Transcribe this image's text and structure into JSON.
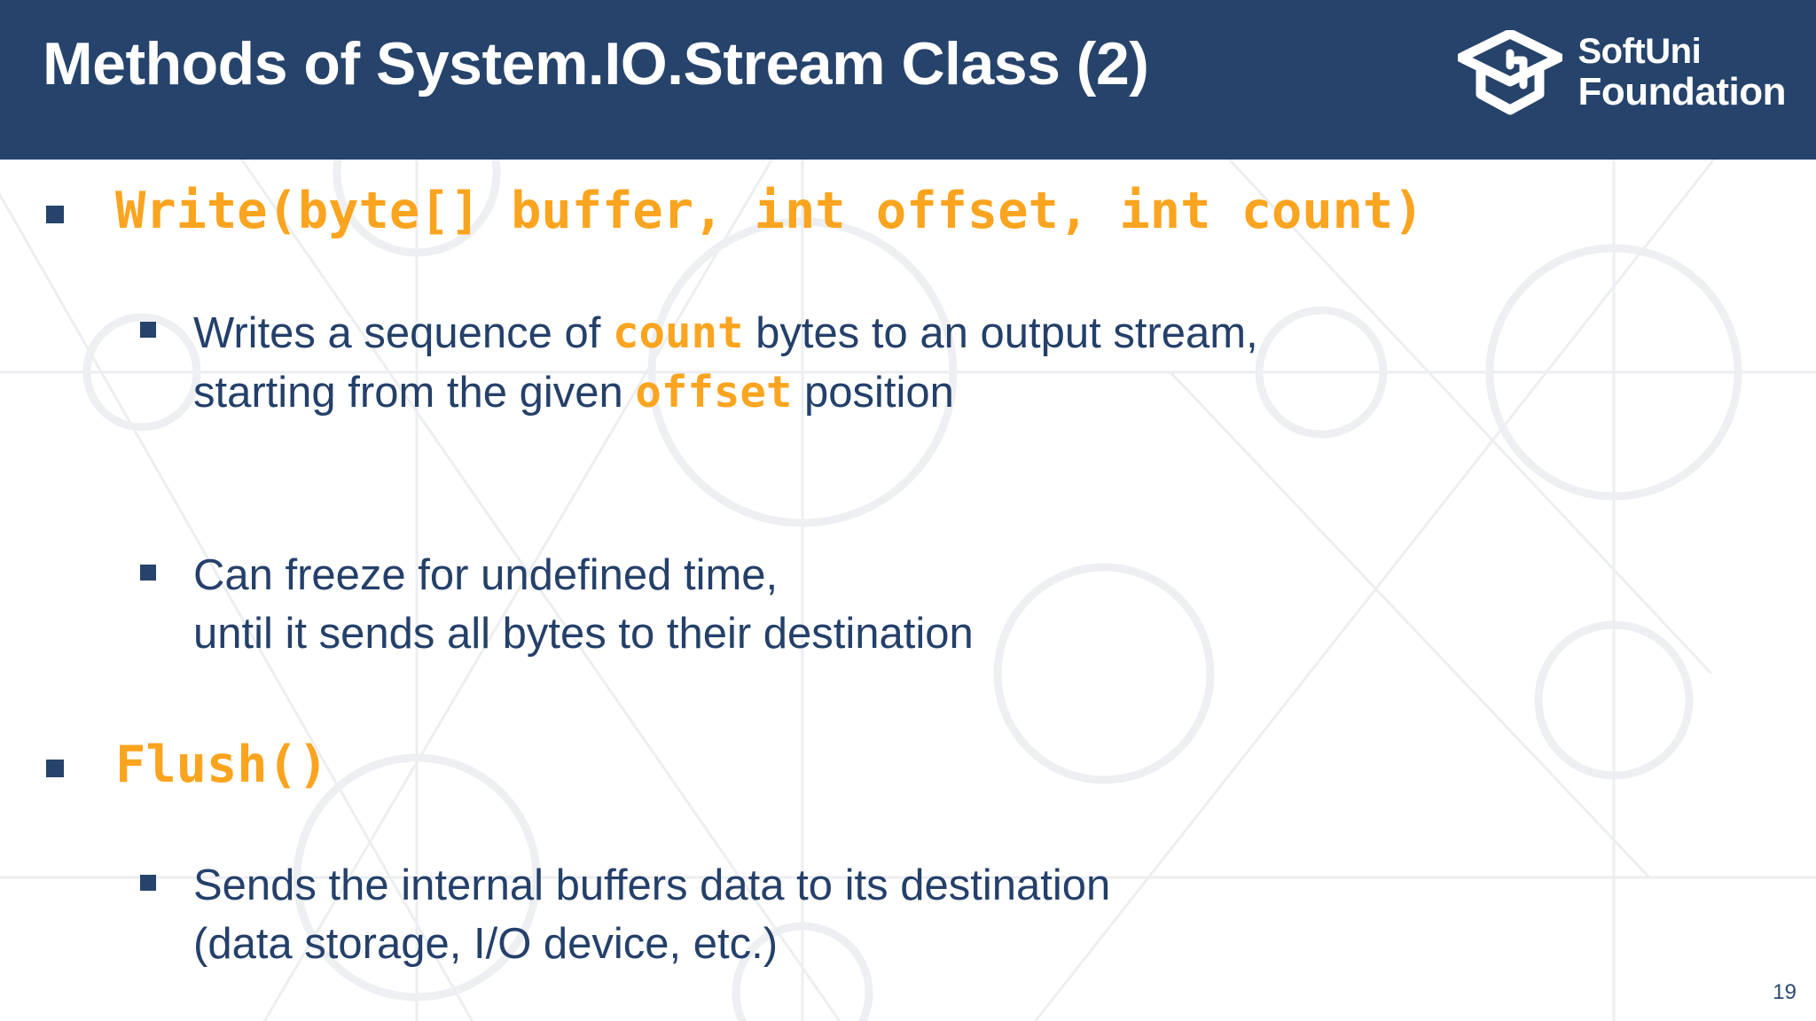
{
  "slide": {
    "title": "Methods of System.IO.Stream Class (2)",
    "page_number": "19",
    "colors": {
      "header_bg": "#26436b",
      "accent_orange": "#faa41f",
      "body_text": "#24406a",
      "slide_bg": "#ffffff",
      "watermark": "#eceef1"
    }
  },
  "logo": {
    "icon": "graduation-cap-icon",
    "line1": "SoftUni",
    "line2": "Foundation"
  },
  "bullets": [
    {
      "level": 1,
      "kind": "code",
      "text": "Write(byte[] buffer, int offset, int count)"
    },
    {
      "level": 2,
      "kind": "rich",
      "parts": [
        {
          "type": "text",
          "value": "Writes a sequence of "
        },
        {
          "type": "code",
          "value": "count"
        },
        {
          "type": "text",
          "value": " bytes to an output stream,\nstarting from the given "
        },
        {
          "type": "code",
          "value": "offset"
        },
        {
          "type": "text",
          "value": " position"
        }
      ]
    },
    {
      "level": 2,
      "kind": "rich",
      "parts": [
        {
          "type": "text",
          "value": "Can freeze for undefined time,\nuntil it sends all bytes to their destination"
        }
      ]
    },
    {
      "level": 1,
      "kind": "code",
      "text": "Flush()"
    },
    {
      "level": 2,
      "kind": "rich",
      "parts": [
        {
          "type": "text",
          "value": "Sends the internal buffers data to its destination\n(data storage, I/O device, etc.)"
        }
      ]
    }
  ]
}
